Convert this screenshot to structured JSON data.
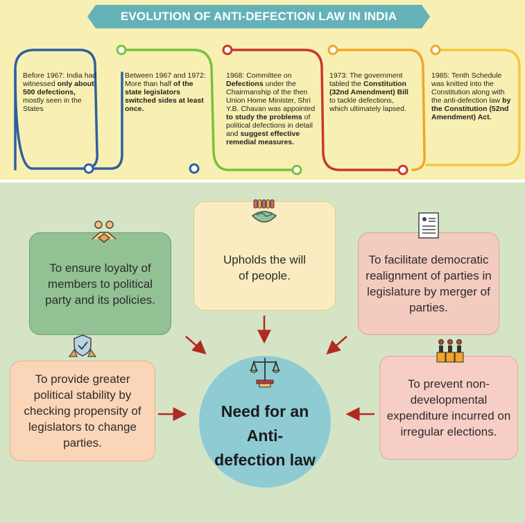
{
  "title": "EVOLUTION OF ANTI-DEFECTION LAW IN INDIA",
  "timeline": [
    {
      "plain1": "Before 1967: India had witnessed ",
      "bold1": "only about 500 defections,",
      "plain2": " mostly seen in the States"
    },
    {
      "plain1": "Between 1967 and 1972: More than half ",
      "bold1": "of the state legislators switched sides at least once.",
      "plain2": ""
    },
    {
      "plain1": "1968: Committee on ",
      "bold1": "Defections",
      "plain2": " under the Chairmanship of the then Union Home Minister, Shri Y.B. Chavan was appointed ",
      "bold2": "to study the problems",
      "plain3": " of political defections in detail and ",
      "bold3": "suggest effective remedial measures."
    },
    {
      "plain1": "1973: The government tabled the ",
      "bold1": "Constitution (32nd Amendment) Bill",
      "plain2": " to tackle defections, which ultimately lapsed."
    },
    {
      "plain1": "1985: Tenth Schedule was knitted into the Constitution along with the anti-defection law ",
      "bold1": "by the Constitution (52nd Amendment) Act.",
      "plain2": ""
    }
  ],
  "center_label": "Need for an Anti-defection law",
  "reasons": [
    {
      "text": "To ensure loyalty of members to political party and its policies."
    },
    {
      "text": "Upholds the will of people."
    },
    {
      "text": "To facilitate democratic realignment of parties in legislature by merger of parties."
    },
    {
      "text": "To provide greater political stability by checking propensity of legislators to change parties."
    },
    {
      "text": "To prevent non-developmental expenditure incurred on irregular elections."
    }
  ],
  "colors": {
    "banner": "#64b2b8",
    "top_bg": "#f8f0b3",
    "bottom_bg": "#d6e4c6",
    "center": "#8fcbd3",
    "line_blue": "#2f5f9f",
    "line_green": "#77c23f",
    "line_red": "#c8372d",
    "line_orange": "#f1a52b",
    "line_yellow": "#f6c640",
    "arrow": "#b02a22"
  }
}
